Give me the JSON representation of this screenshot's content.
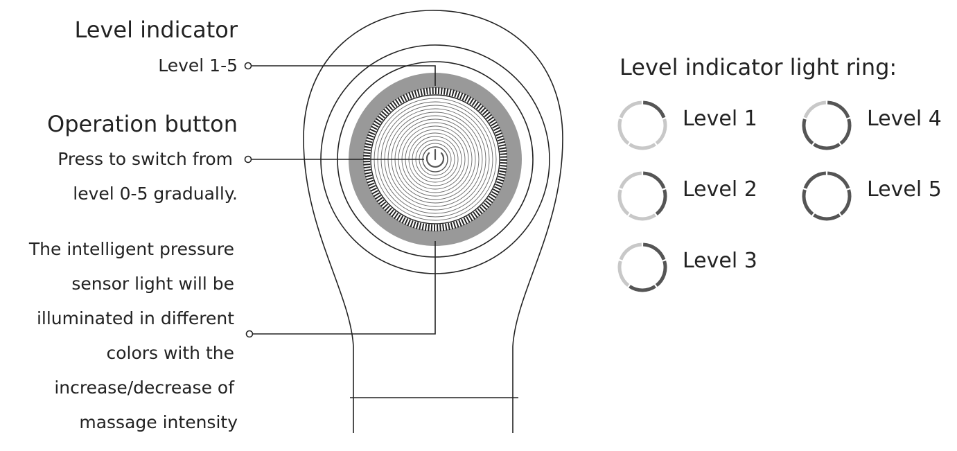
{
  "callouts": {
    "level_indicator": {
      "title": "Level indicator",
      "desc": "Level 1-5"
    },
    "operation_button": {
      "title": "Operation button",
      "desc_lines": [
        "Press to switch from",
        "level 0-5 gradually."
      ]
    },
    "pressure_sensor": {
      "desc_lines": [
        "The intelligent pressure",
        "sensor light will be",
        "illuminated in different",
        "colors with the",
        "increase/decrease of",
        "massage intensity"
      ]
    }
  },
  "light_ring": {
    "title": "Level indicator light ring:",
    "levels": [
      {
        "label": "Level 1",
        "lit_segments": 1
      },
      {
        "label": "Level 2",
        "lit_segments": 2
      },
      {
        "label": "Level 3",
        "lit_segments": 3
      },
      {
        "label": "Level 4",
        "lit_segments": 4
      },
      {
        "label": "Level 5",
        "lit_segments": 5
      }
    ]
  },
  "colors": {
    "line": "#222222",
    "ring_band": "#999999",
    "segment_lit": "#555555",
    "segment_unlit": "#c8c8c8"
  }
}
